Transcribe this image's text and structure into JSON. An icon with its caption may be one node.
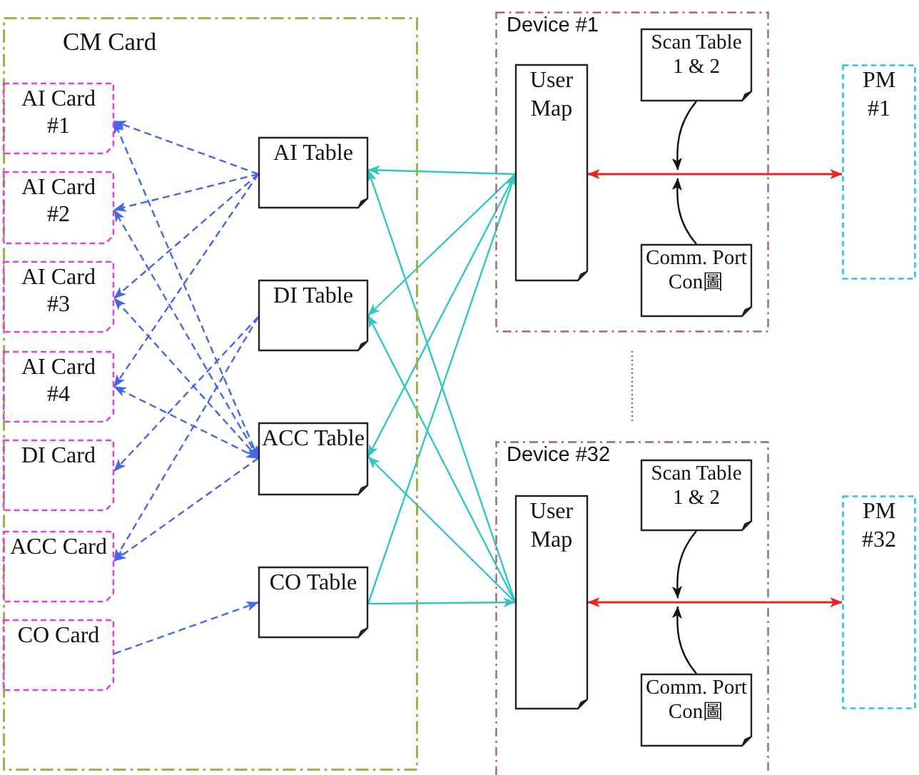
{
  "diagram": {
    "nodes": [
      {
        "text": [
          "CM Card"
        ]
      },
      {
        "text": [
          "AI Card #1"
        ],
        "in": 0
      },
      {
        "text": [
          "AI Card #2"
        ],
        "in": 0
      },
      {
        "text": [
          "AI Card #3"
        ],
        "in": 0
      },
      {
        "text": [
          "AI Card #4"
        ],
        "in": 0
      },
      {
        "text": [
          "DI Card"
        ],
        "in": 0
      },
      {
        "text": [
          "ACC Card"
        ],
        "in": 0
      },
      {
        "text": [
          "CO Card"
        ],
        "in": 0
      },
      {
        "text": [
          "AI Table"
        ],
        "in": 0
      },
      {
        "text": [
          "DI Table"
        ],
        "in": 0
      },
      {
        "text": [
          "ACC Table"
        ],
        "in": 0
      },
      {
        "text": [
          "CO Table"
        ],
        "in": 0
      },
      {
        "text": [
          "Device #1"
        ]
      },
      {
        "text": [
          "User Map"
        ],
        "in": 12
      },
      {
        "text": [
          "Scan Table 1 & 2"
        ],
        "in": 12
      },
      {
        "text": [
          "Comm. Port Con圖"
        ],
        "in": 12
      },
      {
        "text": [
          "PM #1"
        ]
      },
      {
        "text": [
          "Device #32"
        ]
      },
      {
        "text": [
          "User Map"
        ],
        "in": 17
      },
      {
        "text": [
          "Scan Table 1 & 2"
        ],
        "in": 17
      },
      {
        "text": [
          "Comm. Port Con圖"
        ],
        "in": 17
      },
      {
        "text": [
          "PM #32"
        ]
      }
    ],
    "edges": [
      {
        "from": 8,
        "to": 1,
        "arrow": "to",
        "style": "dashed"
      },
      {
        "from": 8,
        "to": 2,
        "arrow": "to",
        "style": "dashed"
      },
      {
        "from": 8,
        "to": 3,
        "arrow": "to",
        "style": "dashed"
      },
      {
        "from": 8,
        "to": 4,
        "arrow": "to",
        "style": "dashed"
      },
      {
        "from": 10,
        "to": 1,
        "arrow": "both",
        "style": "dashed"
      },
      {
        "from": 10,
        "to": 2,
        "arrow": "both",
        "style": "dashed"
      },
      {
        "from": 10,
        "to": 3,
        "arrow": "both",
        "style": "dashed"
      },
      {
        "from": 10,
        "to": 4,
        "arrow": "both",
        "style": "dashed"
      },
      {
        "from": 9,
        "to": 5,
        "arrow": "to",
        "style": "dashed"
      },
      {
        "from": 9,
        "to": 6,
        "arrow": "to",
        "style": "dashed"
      },
      {
        "from": 10,
        "to": 6,
        "arrow": "to",
        "style": "dashed"
      },
      {
        "from": 7,
        "to": 11,
        "arrow": "to",
        "style": "dashed"
      },
      {
        "from": 13,
        "to": 8,
        "arrow": "to",
        "color": "#33c6c6"
      },
      {
        "from": 13,
        "to": 9,
        "arrow": "to",
        "color": "#33c6c6"
      },
      {
        "from": 13,
        "to": 10,
        "arrow": "to",
        "color": "#33c6c6"
      },
      {
        "from": 11,
        "to": 13,
        "arrow": "to",
        "color": "#33c6c6"
      },
      {
        "from": 18,
        "to": 8,
        "arrow": "to",
        "color": "#33c6c6"
      },
      {
        "from": 18,
        "to": 9,
        "arrow": "to",
        "color": "#33c6c6"
      },
      {
        "from": 18,
        "to": 10,
        "arrow": "to",
        "color": "#33c6c6"
      },
      {
        "from": 11,
        "to": 18,
        "arrow": "to",
        "color": "#33c6c6"
      },
      {
        "from": 13,
        "to": 16,
        "arrow": "both",
        "color": "#e82424"
      },
      {
        "from": 18,
        "to": 21,
        "arrow": "both",
        "color": "#e82424"
      },
      {
        "from": 14,
        "to": null,
        "arrow": "to",
        "color": "#111111"
      },
      {
        "from": 15,
        "to": null,
        "arrow": "to",
        "color": "#111111"
      },
      {
        "from": 19,
        "to": null,
        "arrow": "to",
        "color": "#111111"
      },
      {
        "from": 20,
        "to": null,
        "arrow": "to",
        "color": "#111111"
      }
    ]
  }
}
